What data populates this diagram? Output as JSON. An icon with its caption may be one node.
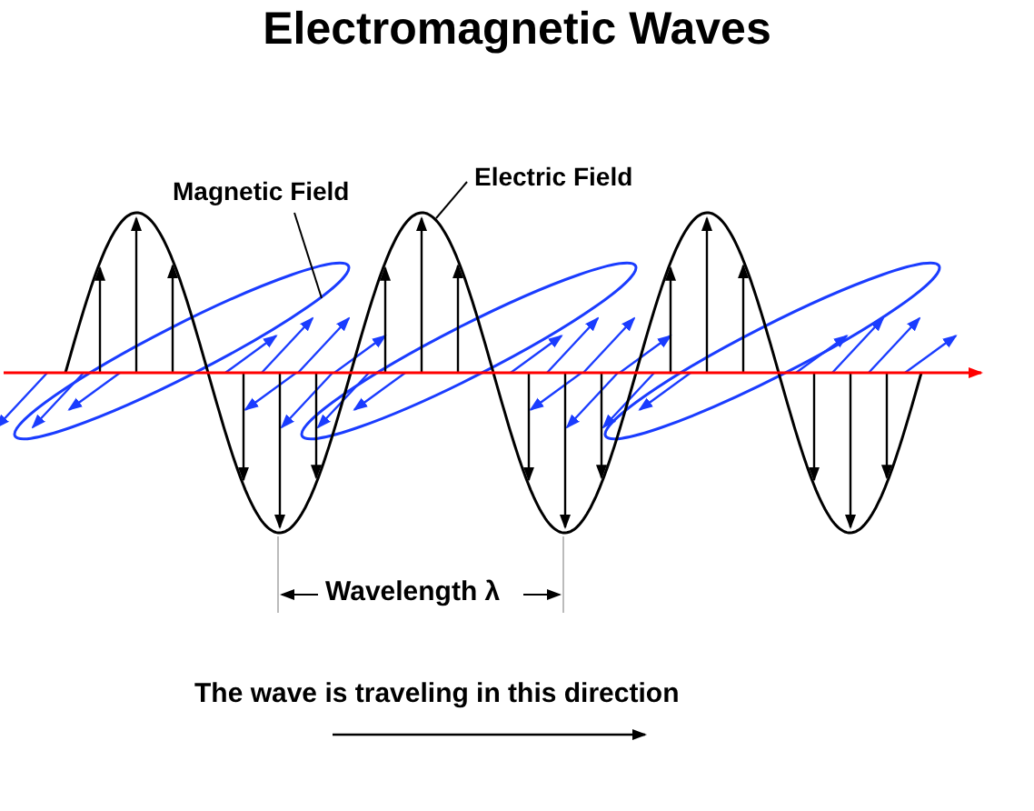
{
  "diagram": {
    "title": "Electromagnetic Waves",
    "nodes": [
      {
        "text": [
          "Magnetic Field"
        ]
      },
      {
        "text": [
          "Electric Field"
        ]
      }
    ],
    "edges": [
      {
        "from": 0,
        "to": null,
        "arrow": "none"
      },
      {
        "from": 1,
        "to": null,
        "arrow": "none"
      }
    ],
    "labels": [
      "Wavelength λ",
      "The wave is traveling in this direction"
    ]
  }
}
